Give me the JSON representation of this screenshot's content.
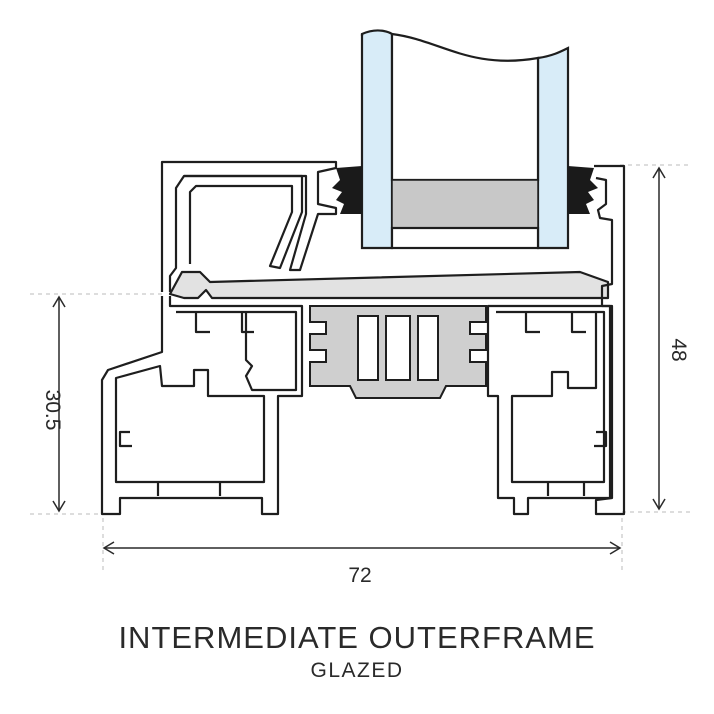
{
  "dimensions": {
    "width": "72",
    "height_right": "48",
    "height_left": "30.5"
  },
  "title": "INTERMEDIATE OUTERFRAME",
  "subtitle": "GLAZED",
  "colors": {
    "line": "#1e1e1e",
    "glass": "#d8ecf8",
    "spacer": "#c8c8c8",
    "gasket": "#1a1a1a",
    "insulation": "#cfcfcf",
    "bead": "#e2e2e2",
    "dim_line": "#2a2a2a",
    "guide": "#bbbbbb"
  }
}
